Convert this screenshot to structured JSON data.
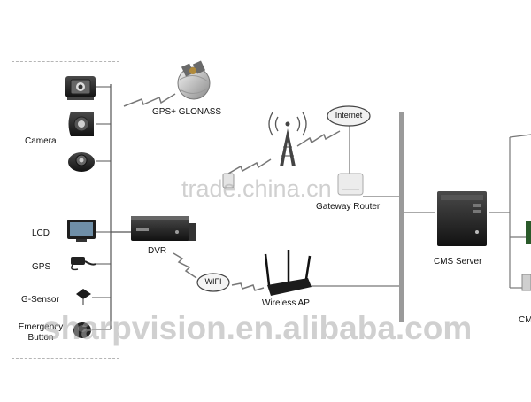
{
  "labels": {
    "camera": "Camera",
    "gps_glonass": "GPS+ GLONASS",
    "internet": "Internet",
    "gateway_router": "Gateway Router",
    "lcd": "LCD",
    "gps": "GPS",
    "g_sensor": "G-Sensor",
    "emergency_line1": "Emergency",
    "emergency_line2": "Button",
    "dvr": "DVR",
    "wifi": "WIFI",
    "wireless_ap": "Wireless AP",
    "cms_server": "CMS Server",
    "cm_partial": "CM"
  },
  "watermarks": {
    "top": "trade.china.cn",
    "bottom": "sharpvision.en.alibaba.com"
  }
}
